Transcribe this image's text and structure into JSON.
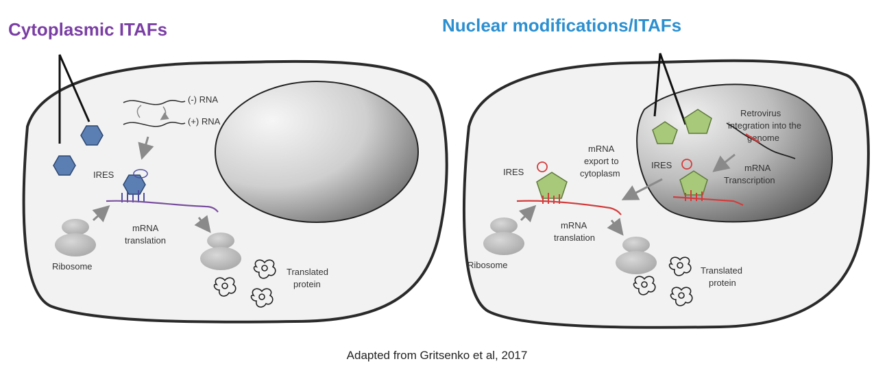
{
  "colors": {
    "cytoplasmic_title": "#7a3ea4",
    "nuclear_title": "#2b8fd0",
    "hexagon_fill": "#5b7fb3",
    "pentagon_fill": "#a8c87a",
    "mrna_left": "#7a4f9e",
    "mrna_right": "#d43b3b"
  },
  "left_panel": {
    "title": "Cytoplasmic ITAFs",
    "labels": {
      "neg_rna": "(-) RNA",
      "pos_rna": "(+) RNA",
      "ires": "IRES",
      "mrna": "mRNA",
      "translation": "translation",
      "ribosome": "Ribosome",
      "translated": "Translated",
      "protein": "protein"
    }
  },
  "right_panel": {
    "title": "Nuclear modifications/ITAFs",
    "labels": {
      "retro_1": "Retrovirus",
      "retro_2": "integration into the",
      "retro_3": "genome",
      "ires_nuc": "IRES",
      "transcription_1": "mRNA",
      "transcription_2": "Transcription",
      "export_1": "mRNA",
      "export_2": "export to",
      "export_3": "cytoplasm",
      "ires_cyto": "IRES",
      "mrna": "mRNA",
      "translation": "translation",
      "ribosome": "Ribosome",
      "translated": "Translated",
      "protein": "protein"
    }
  },
  "caption": "Adapted from Gritsenko et al, 2017"
}
